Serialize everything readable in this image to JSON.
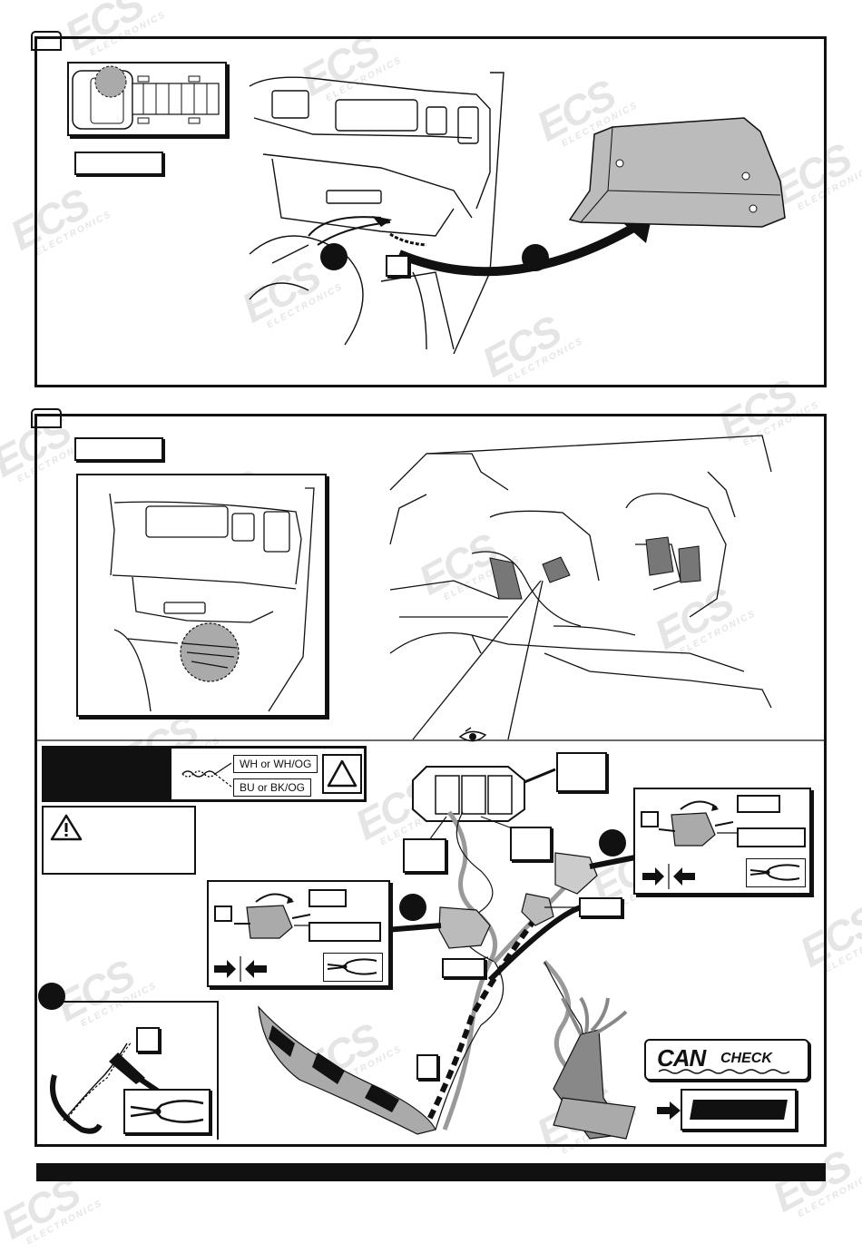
{
  "watermark": {
    "brand": "ECS",
    "sub": "ELECTRONICS"
  },
  "warning_box": {
    "label_1": "WH or WH/OG",
    "label_2": "BU or BK/OG"
  },
  "can_logo": {
    "word": "CAN",
    "suffix": "CHECK"
  },
  "icons": [
    "warning-triangle-icon",
    "eye-icon",
    "pliers-icon",
    "arrow-icon"
  ]
}
